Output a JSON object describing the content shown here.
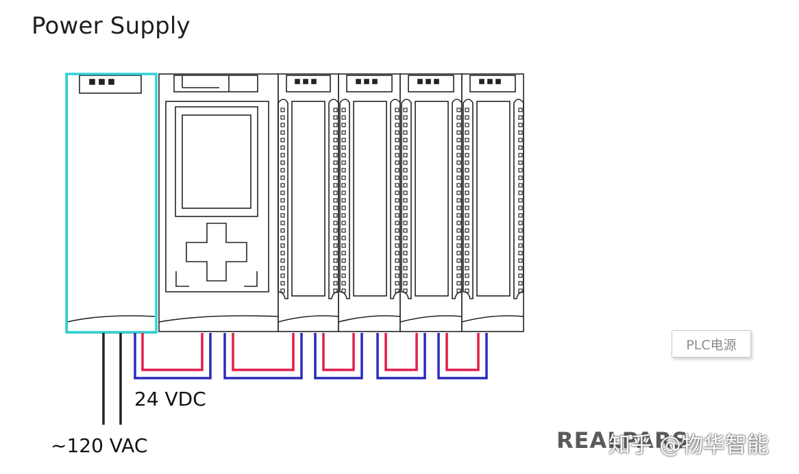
{
  "title": "Power Supply",
  "label_dc": "24 VDC",
  "label_ac": "~120 VAC",
  "stamp": "PLC电源",
  "logo_text": "REALPARS",
  "watermark": "知乎 @物华智能",
  "colors": {
    "highlight": "#2ed3d6",
    "red": "#e01e4b",
    "blue": "#2a2ab8",
    "line": "#222222"
  },
  "modules": [
    "power-supply",
    "cpu",
    "io-1",
    "io-2",
    "io-3",
    "io-4"
  ]
}
